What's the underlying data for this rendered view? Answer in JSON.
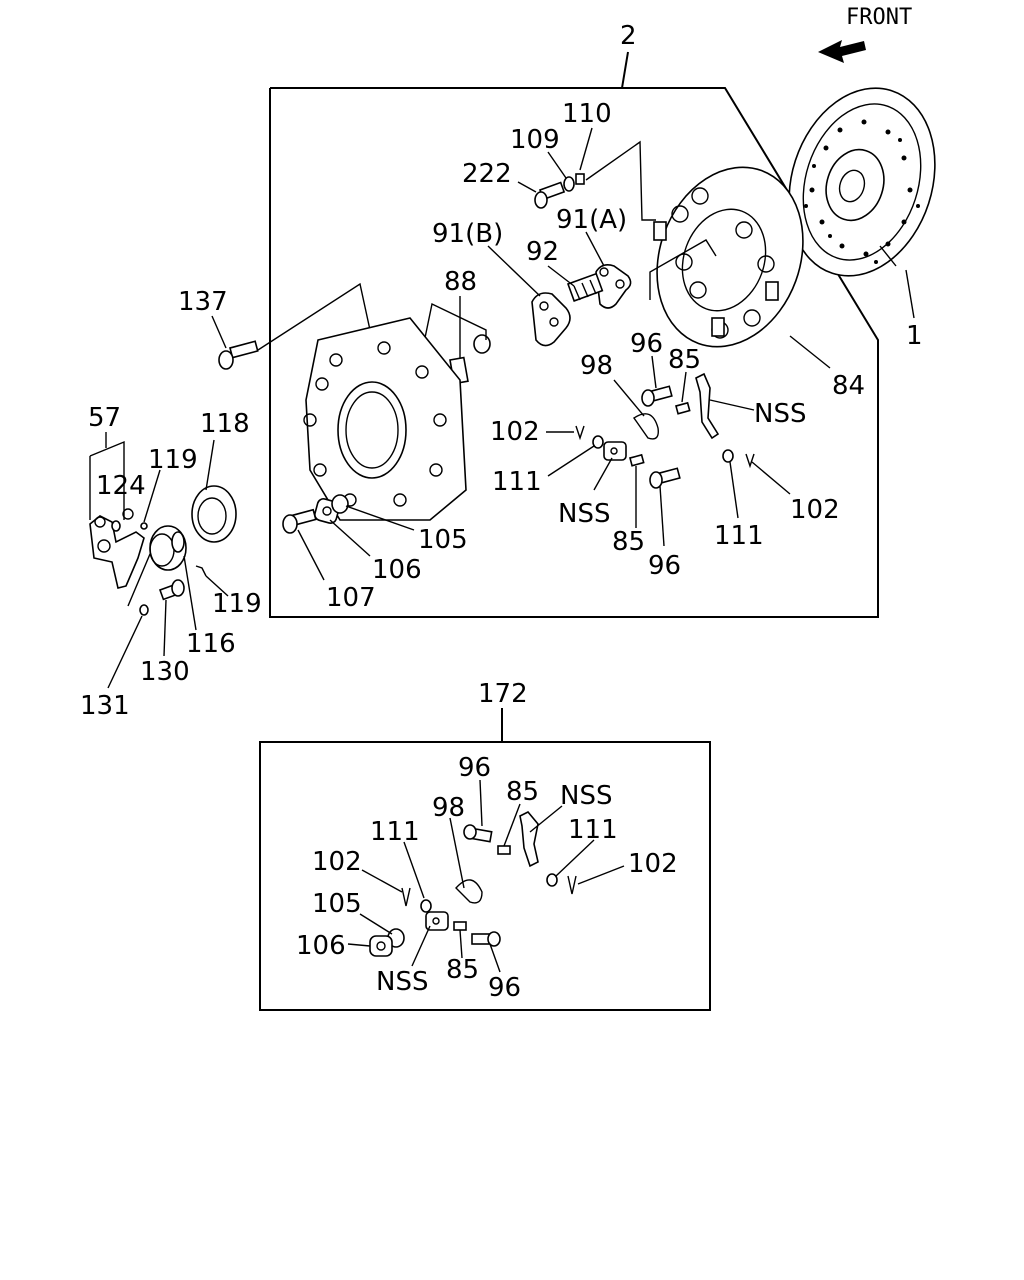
{
  "front_label": "FRONT",
  "callouts": {
    "c2": "2",
    "c1": "1",
    "c84": "84",
    "c110": "110",
    "c109": "109",
    "c222": "222",
    "c91a": "91(A)",
    "c91b": "91(B)",
    "c92": "92",
    "c88": "88",
    "c137": "137",
    "c96a": "96",
    "c85a": "85",
    "c98a": "98",
    "c102a": "102",
    "c111a": "111",
    "cnss1": "NSS",
    "cnss2": "NSS",
    "c85b": "85",
    "c96b": "96",
    "c111b": "111",
    "c102b": "102",
    "c105a": "105",
    "c106a": "106",
    "c107": "107",
    "c57": "57",
    "c124": "124",
    "c119a": "119",
    "c118": "118",
    "c119b": "119",
    "c116": "116",
    "c130": "130",
    "c131": "131",
    "c172": "172",
    "c96c": "96",
    "c85c": "85",
    "cnss3": "NSS",
    "c98b": "98",
    "c111c": "111",
    "c111d": "111",
    "c102c": "102",
    "c102d": "102",
    "c105b": "105",
    "c106b": "106",
    "cnss4": "NSS",
    "c85d": "85",
    "c96d": "96"
  }
}
